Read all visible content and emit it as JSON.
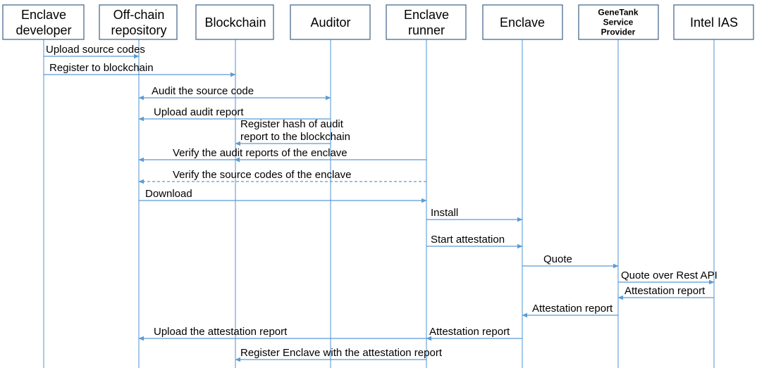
{
  "actors": [
    {
      "id": "dev",
      "lines": [
        "Enclave",
        "developer"
      ]
    },
    {
      "id": "repo",
      "lines": [
        "Off-chain",
        "repository"
      ]
    },
    {
      "id": "bc",
      "lines": [
        "Blockchain"
      ]
    },
    {
      "id": "aud",
      "lines": [
        "Auditor"
      ]
    },
    {
      "id": "runner",
      "lines": [
        "Enclave",
        "runner"
      ]
    },
    {
      "id": "enc",
      "lines": [
        "Enclave"
      ]
    },
    {
      "id": "gtsp",
      "lines": [
        "GeneTank",
        "Service",
        "Provider"
      ]
    },
    {
      "id": "ias",
      "lines": [
        "Intel IAS"
      ]
    }
  ],
  "messages": [
    {
      "from": "dev",
      "to": "repo",
      "lines": [
        "Upload source codes"
      ]
    },
    {
      "from": "dev",
      "to": "bc",
      "lines": [
        "Register to blockchain"
      ]
    },
    {
      "from": "repo",
      "to": "aud",
      "both": true,
      "lines": [
        "Audit the source code"
      ]
    },
    {
      "from": "aud",
      "to": "repo",
      "lines": [
        "Upload audit report"
      ]
    },
    {
      "from": "aud",
      "to": "bc",
      "lines": [
        "Register hash of audit",
        "report to the blockchain"
      ]
    },
    {
      "from": "runner",
      "to": "repo",
      "tick": "bc",
      "lines": [
        "Verify the audit reports of the enclave"
      ]
    },
    {
      "from": "runner",
      "to": "repo",
      "dashed": true,
      "lines": [
        "Verify the source codes of the enclave"
      ]
    },
    {
      "from": "repo",
      "to": "runner",
      "lines": [
        "Download"
      ]
    },
    {
      "from": "runner",
      "to": "enc",
      "lines": [
        "Install"
      ]
    },
    {
      "from": "runner",
      "to": "enc",
      "lines": [
        "Start attestation"
      ]
    },
    {
      "from": "enc",
      "to": "gtsp",
      "lines": [
        "Quote"
      ]
    },
    {
      "from": "gtsp",
      "to": "ias",
      "lines": [
        "Quote over Rest API"
      ]
    },
    {
      "from": "ias",
      "to": "gtsp",
      "lines": [
        "Attestation report"
      ]
    },
    {
      "from": "gtsp",
      "to": "enc",
      "lines": [
        "Attestation report"
      ]
    },
    {
      "from": "enc",
      "to": "runner",
      "lines": [
        "Attestation report"
      ]
    },
    {
      "from": "runner",
      "to": "repo",
      "lines": [
        "Upload the attestation report"
      ]
    },
    {
      "from": "runner",
      "to": "bc",
      "lines": [
        "Register Enclave with the attestation report"
      ]
    }
  ]
}
